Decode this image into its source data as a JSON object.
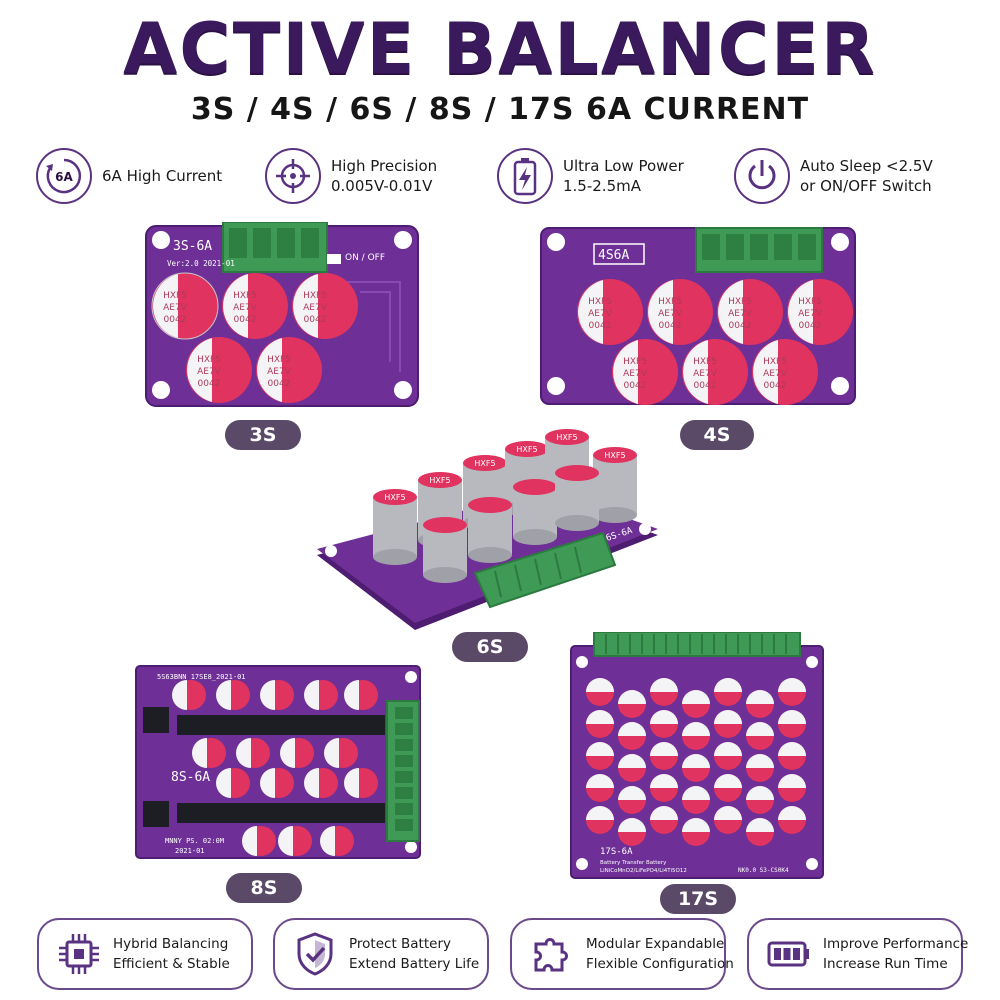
{
  "header": {
    "title": "ACTIVE BALANCER",
    "subtitle": "3S / 4S / 6S / 8S / 17S 6A CURRENT"
  },
  "features": [
    {
      "icon": "6a-current-icon",
      "badge": "6A",
      "line1": "6A High Current",
      "line2": ""
    },
    {
      "icon": "crosshair-icon",
      "line1": "High Precision",
      "line2": "0.005V-0.01V"
    },
    {
      "icon": "battery-bolt-icon",
      "line1": "Ultra Low Power",
      "line2": "1.5-2.5mA"
    },
    {
      "icon": "power-icon",
      "line1": "Auto Sleep <2.5V",
      "line2": "or ON/OFF Switch"
    }
  ],
  "boards": {
    "b3s": {
      "label": "3S",
      "silk_model": "3S-6A",
      "silk_version": "Ver:2.0  2021-01",
      "silk_switch": "ON / OFF",
      "cap_line1": "HXF5",
      "cap_line2": "AE7V",
      "cap_line3": "0042"
    },
    "b4s": {
      "label": "4S",
      "silk_model": "4S6A",
      "cap_line1": "HXF5",
      "cap_line2": "AE7V",
      "cap_line3": "0042"
    },
    "b6s": {
      "label": "6S",
      "cap_text": "HXF5",
      "silk_model": "6S-6A"
    },
    "b8s": {
      "label": "8S",
      "silk_top": "5S63BNN_17SE8_2021-01",
      "silk_model": "8S-6A",
      "silk_bottom": "MNNY  PS.  02:0M",
      "silk_date": "2021-01"
    },
    "b17s": {
      "label": "17S",
      "silk_model": "17S-6A",
      "silk_desc1": "Battery  Transfer  Battery",
      "silk_desc2": "LiNiCoMnO2/LiFePO4/Li4Ti5O12",
      "silk_code": "NK0.0  S3-CS0K4"
    }
  },
  "benefits": [
    {
      "icon": "chip-icon",
      "line1": "Hybrid Balancing",
      "line2": "Efficient & Stable"
    },
    {
      "icon": "shield-check-icon",
      "line1": "Protect  Battery",
      "line2": "Extend Battery Life"
    },
    {
      "icon": "puzzle-icon",
      "line1": "Modular Expandable",
      "line2": "Flexible Configuration"
    },
    {
      "icon": "battery-full-icon",
      "line1": "Improve Performance",
      "line2": "Increase Run Time"
    }
  ],
  "colors": {
    "pcb": "#6e2f96",
    "pcb_dark": "#4e1c70",
    "terminal": "#3e9a54",
    "cap_pink": "#e0335f",
    "cap_white": "#f4f4f6",
    "title": "#3a1a5c",
    "accent": "#5a3282"
  }
}
